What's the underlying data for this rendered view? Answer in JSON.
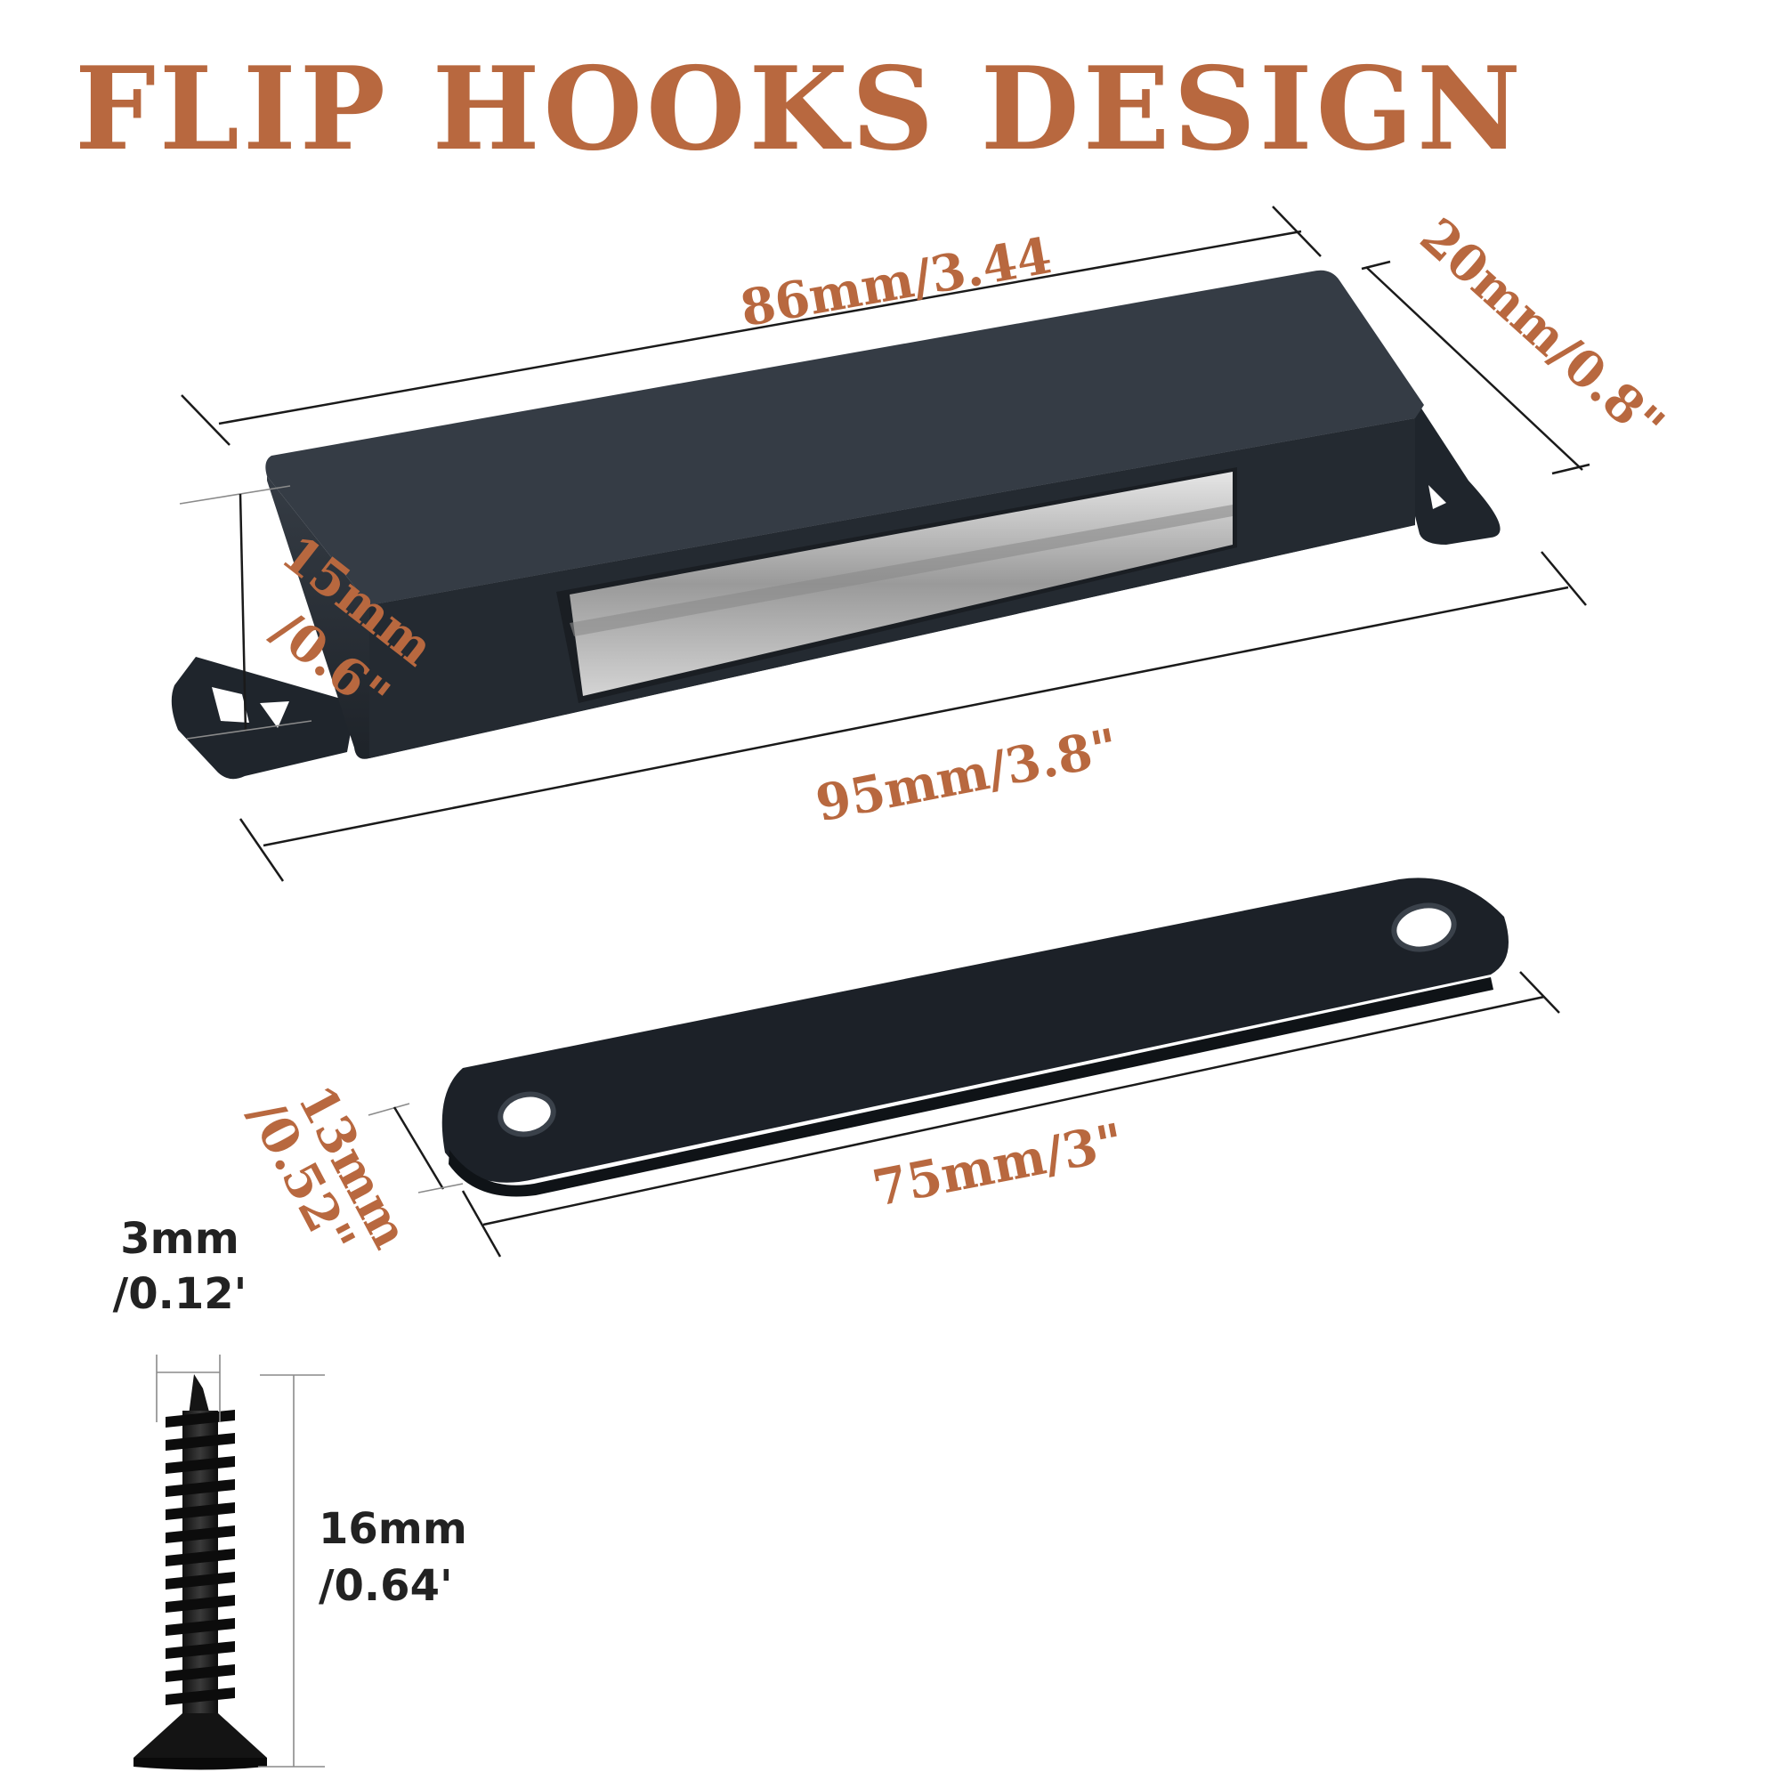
{
  "title": "FLIP HOOKS DESIGN",
  "colors": {
    "accent": "#b8683f",
    "product": "#2a3038",
    "product_dark": "#1c2128",
    "magnet": "#c9c9c9",
    "label_dark": "#222222"
  },
  "dimensions": {
    "latch_top_length": "86mm/3.44",
    "latch_depth_line1": "20mm/0.8\"",
    "latch_height_line1": "15mm",
    "latch_height_line2": "/0.6\"",
    "latch_base_length": "95mm/3.8\"",
    "plate_width_line1": "13mm",
    "plate_width_line2": "/0.52\"",
    "plate_length": "75mm/3\"",
    "screw_diameter_line1": "3mm",
    "screw_diameter_line2": "/0.12'",
    "screw_length_line1": "16mm",
    "screw_length_line2": "/0.64'"
  },
  "icons": {
    "latch": "magnetic-catch-icon",
    "plate": "strike-plate-icon",
    "screw": "screw-icon"
  }
}
